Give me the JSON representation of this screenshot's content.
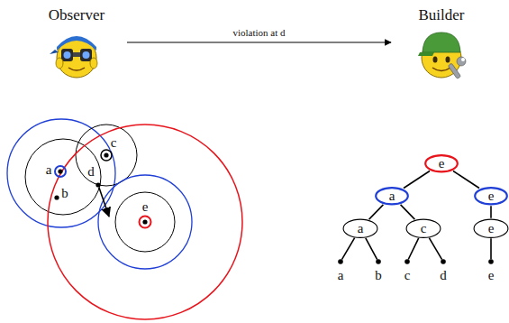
{
  "diagram": {
    "nodes": [
      {
        "text": [
          "Observer"
        ]
      },
      {
        "text": [
          "Builder"
        ]
      },
      {
        "text": [
          "e"
        ]
      },
      {
        "text": [
          "a"
        ]
      },
      {
        "text": [
          "e"
        ]
      },
      {
        "text": [
          "a"
        ]
      },
      {
        "text": [
          "c"
        ]
      },
      {
        "text": [
          "e"
        ]
      },
      {
        "text": [
          "a"
        ]
      },
      {
        "text": [
          "b"
        ]
      },
      {
        "text": [
          "c"
        ]
      },
      {
        "text": [
          "d"
        ]
      },
      {
        "text": [
          "e"
        ]
      }
    ],
    "edges": [
      {
        "from": 0,
        "to": 1,
        "label": "violation at d",
        "arrow": "to"
      },
      {
        "from": 2,
        "to": 3,
        "arrow": "none"
      },
      {
        "from": 2,
        "to": 4,
        "arrow": "none"
      },
      {
        "from": 3,
        "to": 5,
        "arrow": "none"
      },
      {
        "from": 3,
        "to": 6,
        "arrow": "none"
      },
      {
        "from": 4,
        "to": 7,
        "arrow": "none"
      },
      {
        "from": 5,
        "to": 8,
        "arrow": "none"
      },
      {
        "from": 5,
        "to": 9,
        "arrow": "none"
      },
      {
        "from": 6,
        "to": 10,
        "arrow": "none"
      },
      {
        "from": 6,
        "to": 11,
        "arrow": "none"
      },
      {
        "from": 7,
        "to": 12,
        "arrow": "none"
      }
    ],
    "labels": [
      "a",
      "b",
      "c",
      "d",
      "e"
    ]
  }
}
